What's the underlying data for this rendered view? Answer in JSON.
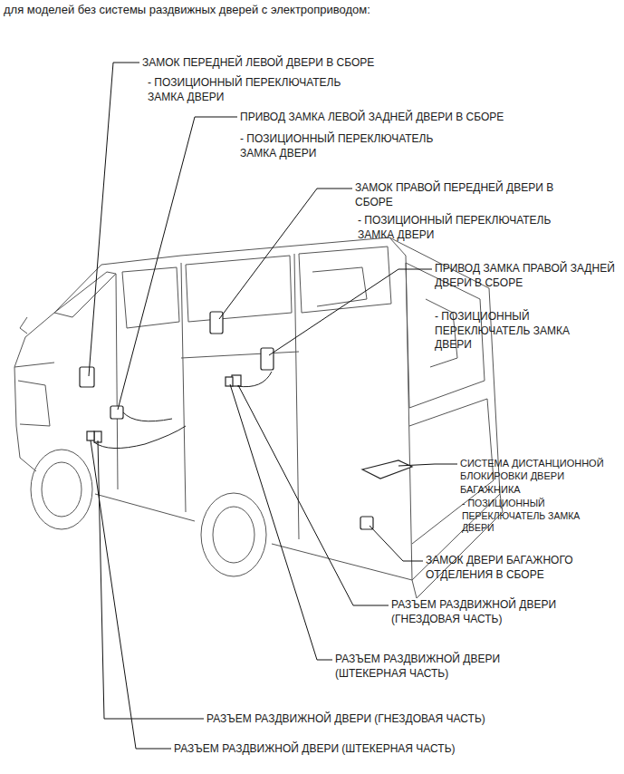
{
  "diagram": {
    "title": "для моделей без системы раздвижных дверей с электроприводом:",
    "labels": [
      "ЗАМОК ПЕРЕДНЕЙ ЛЕВОЙ ДВЕРИ В СБОРЕ",
      "- ПОЗИЦИОННЫЙ ПЕРЕКЛЮЧАТЕЛЬ ЗАМКА ДВЕРИ",
      "ПРИВОД ЗАМКА ЛЕВОЙ ЗАДНЕЙ ДВЕРИ В СБОРЕ",
      "- ПОЗИЦИОННЫЙ ПЕРЕКЛЮЧАТЕЛЬ ЗАМКА ДВЕРИ",
      "ЗАМОК ПРАВОЙ ПЕРЕДНЕЙ ДВЕРИ В СБОРЕ",
      "- ПОЗИЦИОННЫЙ ПЕРЕКЛЮЧАТЕЛЬ ЗАМКА ДВЕРИ",
      "ПРИВОД ЗАМКА ПРАВОЙ ЗАДНЕЙ ДВЕРИ В СБОРЕ",
      "- ПОЗИЦИОННЫЙ ПЕРЕКЛЮЧАТЕЛЬ ЗАМКА ДВЕРИ",
      "СИСТЕМА ДИСТАНЦИОННОЙ БЛОКИРОВКИ ДВЕРИ БАГАЖНИКА",
      "- ПОЗИЦИОННЫЙ ПЕРЕКЛЮЧАТЕЛЬ ЗАМКА ДВЕРИ",
      "ЗАМОК ДВЕРИ БАГАЖНОГО ОТДЕЛЕНИЯ В СБОРЕ",
      "РАЗЪЕМ РАЗДВИЖНОЙ ДВЕРИ (ГНЕЗДОВАЯ ЧАСТЬ)",
      "РАЗЪЕМ РАЗДВИЖНОЙ ДВЕРИ (ШТЕКЕРНАЯ ЧАСТЬ)",
      "РАЗЪЕМ РАЗДВИЖНОЙ ДВЕРИ (ГНЕЗДОВАЯ ЧАСТЬ)",
      "РАЗЪЕМ РАЗДВИЖНОЙ ДВЕРИ (ШТЕКЕРНАЯ ЧАСТЬ)"
    ]
  }
}
